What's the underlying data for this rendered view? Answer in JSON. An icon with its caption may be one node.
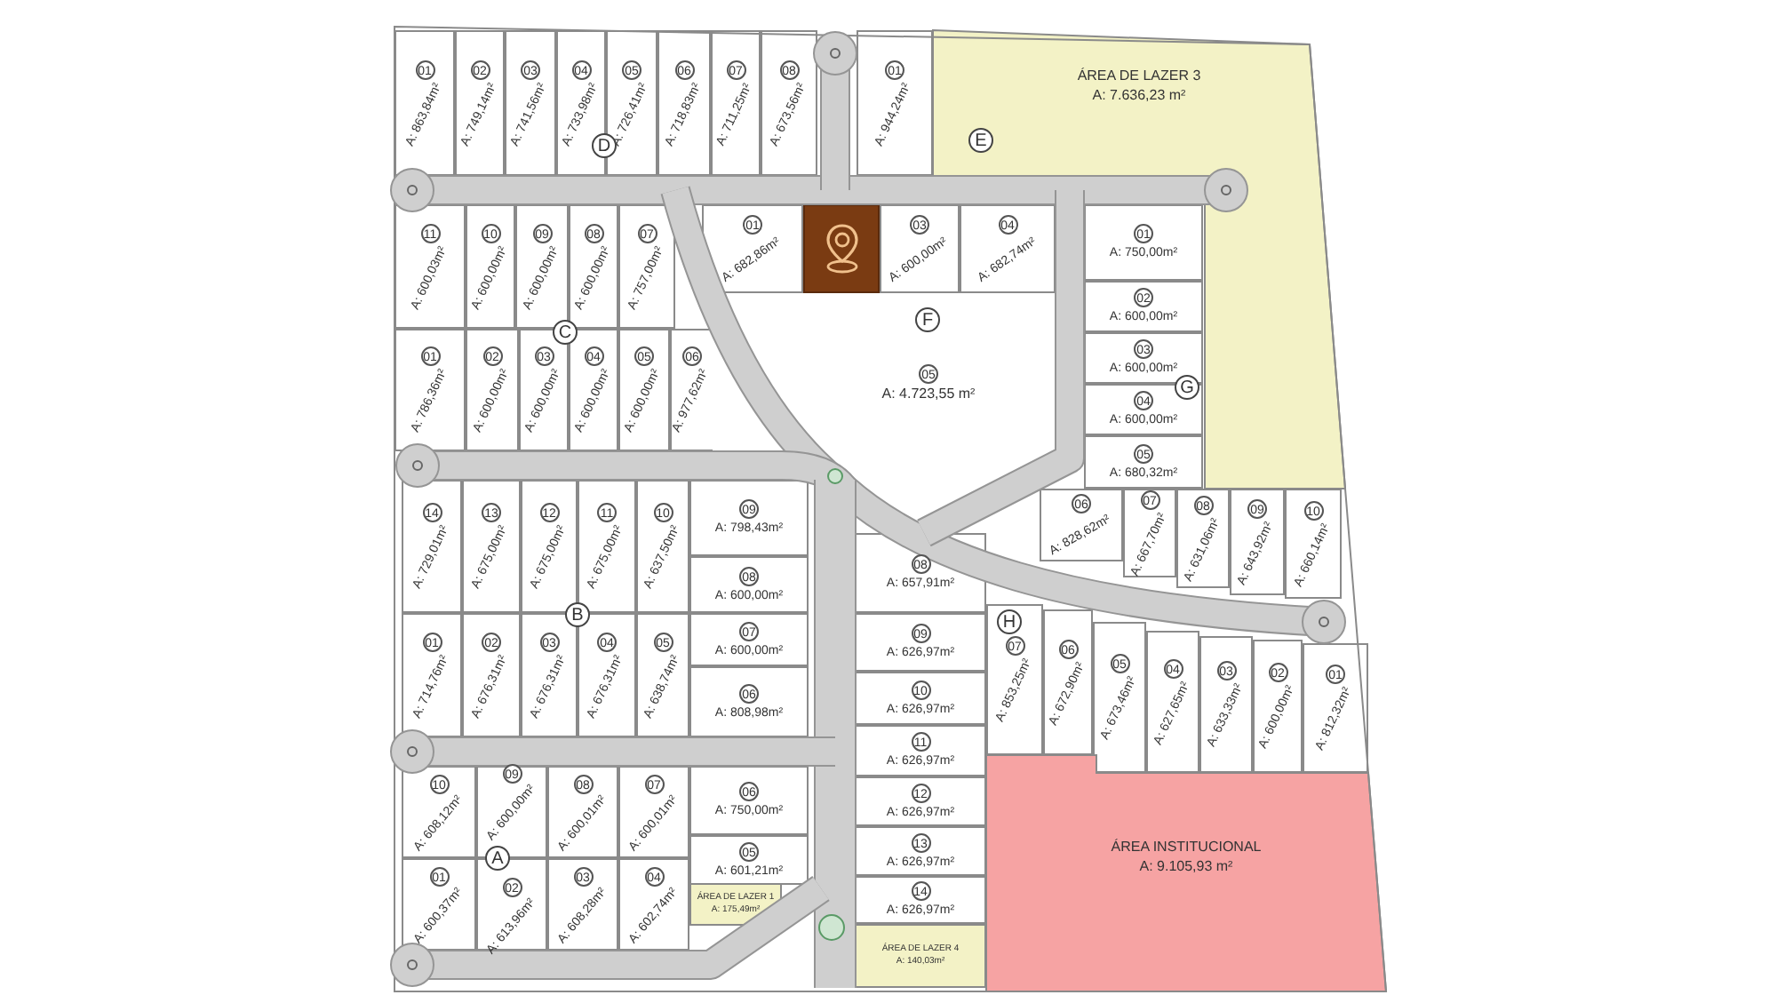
{
  "diagram": {
    "nodes": [
      {
        "text": [
          "01",
          "A: 863,84m²"
        ]
      },
      {
        "text": [
          "02",
          "A: 749,14m²"
        ]
      },
      {
        "text": [
          "03",
          "A: 741,56m²"
        ]
      },
      {
        "text": [
          "04",
          "A: 733,98m²"
        ]
      },
      {
        "text": [
          "05",
          "A: 726,41m²"
        ]
      },
      {
        "text": [
          "06",
          "A: 718,83m²"
        ]
      },
      {
        "text": [
          "07",
          "A: 711,25m²"
        ]
      },
      {
        "text": [
          "08",
          "A: 673,56m²"
        ]
      },
      {
        "text": [
          "01",
          "A: 944,24m²"
        ]
      },
      {
        "text": [
          "ÁREA DE LAZER 3",
          "A: 7.636,23 m²"
        ]
      },
      {
        "text": [
          "11",
          "A: 600,03m²"
        ]
      },
      {
        "text": [
          "10",
          "A: 600,00m²"
        ]
      },
      {
        "text": [
          "09",
          "A: 600,00m²"
        ]
      },
      {
        "text": [
          "08",
          "A: 600,00m²"
        ]
      },
      {
        "text": [
          "07",
          "A: 757,00m²"
        ]
      },
      {
        "text": [
          "01",
          "A: 786,36m²"
        ]
      },
      {
        "text": [
          "02",
          "A: 600,00m²"
        ]
      },
      {
        "text": [
          "03",
          "A: 600,00m²"
        ]
      },
      {
        "text": [
          "04",
          "A: 600,00m²"
        ]
      },
      {
        "text": [
          "05",
          "A: 600,00m²"
        ]
      },
      {
        "text": [
          "06",
          "A: 977,62m²"
        ]
      },
      {
        "text": [
          "01",
          "A: 682,86m²"
        ]
      },
      {
        "text": [],
        "shape": "box"
      },
      {
        "text": [
          "03",
          "A: 600,00m²"
        ]
      },
      {
        "text": [
          "04",
          "A: 682,74m²"
        ]
      },
      {
        "text": [
          "05",
          "A: 4.723,55 m²"
        ]
      },
      {
        "text": [
          "01",
          "A: 750,00m²"
        ]
      },
      {
        "text": [
          "02",
          "A: 600,00m²"
        ]
      },
      {
        "text": [
          "03",
          "A: 600,00m²"
        ]
      },
      {
        "text": [
          "04",
          "A: 600,00m²"
        ]
      },
      {
        "text": [
          "05",
          "A: 680,32m²"
        ]
      },
      {
        "text": [
          "14",
          "A: 729,01m²"
        ]
      },
      {
        "text": [
          "13",
          "A: 675,00m²"
        ]
      },
      {
        "text": [
          "12",
          "A: 675,00m²"
        ]
      },
      {
        "text": [
          "11",
          "A: 675,00m²"
        ]
      },
      {
        "text": [
          "10",
          "A: 637,50m²"
        ]
      },
      {
        "text": [
          "09",
          "A: 798,43m²"
        ]
      },
      {
        "text": [
          "08",
          "A: 600,00m²"
        ]
      },
      {
        "text": [
          "01",
          "A: 714,76m²"
        ]
      },
      {
        "text": [
          "02",
          "A: 676,31m²"
        ]
      },
      {
        "text": [
          "03",
          "A: 676,31m²"
        ]
      },
      {
        "text": [
          "04",
          "A: 676,31m²"
        ]
      },
      {
        "text": [
          "05",
          "A: 638,74m²"
        ]
      },
      {
        "text": [
          "07",
          "A: 600,00m²"
        ]
      },
      {
        "text": [
          "06",
          "A: 808,98m²"
        ]
      },
      {
        "text": [
          "08",
          "A: 657,91m²"
        ]
      },
      {
        "text": [
          "09",
          "A: 626,97m²"
        ]
      },
      {
        "text": [
          "10",
          "A: 626,97m²"
        ]
      },
      {
        "text": [
          "11",
          "A: 626,97m²"
        ]
      },
      {
        "text": [
          "12",
          "A: 626,97m²"
        ]
      },
      {
        "text": [
          "13",
          "A: 626,97m²"
        ]
      },
      {
        "text": [
          "14",
          "A: 626,97m²"
        ]
      },
      {
        "text": [
          "ÁREA DE LAZER 4",
          "A: 140,03m²"
        ]
      },
      {
        "text": [
          "06",
          "A: 828,62m²"
        ]
      },
      {
        "text": [
          "07",
          "A: 667,70m²"
        ]
      },
      {
        "text": [
          "08",
          "A: 631,06m²"
        ]
      },
      {
        "text": [
          "09",
          "A: 643,92m²"
        ]
      },
      {
        "text": [
          "10",
          "A: 660,14m²"
        ]
      },
      {
        "text": [
          "07",
          "A: 853,25m²"
        ]
      },
      {
        "text": [
          "06",
          "A: 672,90m²"
        ]
      },
      {
        "text": [
          "05",
          "A: 673,46m²"
        ]
      },
      {
        "text": [
          "04",
          "A: 627,65m²"
        ]
      },
      {
        "text": [
          "03",
          "A: 633,33m²"
        ]
      },
      {
        "text": [
          "02",
          "A: 600,00m²"
        ]
      },
      {
        "text": [
          "01",
          "A: 812,32m²"
        ]
      },
      {
        "text": [
          "10",
          "A: 608,12m²"
        ]
      },
      {
        "text": [
          "09",
          "A: 600,00m²"
        ]
      },
      {
        "text": [
          "08",
          "A: 600,01m²"
        ]
      },
      {
        "text": [
          "07",
          "A: 600,01m²"
        ]
      },
      {
        "text": [
          "06",
          "A: 750,00m²"
        ]
      },
      {
        "text": [
          "05",
          "A: 601,21m²"
        ]
      },
      {
        "text": [
          "01",
          "A: 600,37m²"
        ]
      },
      {
        "text": [
          "02",
          "A: 613,96m²"
        ]
      },
      {
        "text": [
          "03",
          "A: 608,28m²"
        ]
      },
      {
        "text": [
          "04",
          "A: 602,74m²"
        ]
      },
      {
        "text": [
          "ÁREA DE LAZER 1",
          "A: 175,49m²"
        ]
      },
      {
        "text": [
          "ÁREA INSTITUCIONAL",
          "A: 9.105,93 m²"
        ]
      }
    ],
    "labels": [
      "D",
      "E",
      "C",
      "F",
      "G",
      "B",
      "H",
      "A"
    ]
  }
}
